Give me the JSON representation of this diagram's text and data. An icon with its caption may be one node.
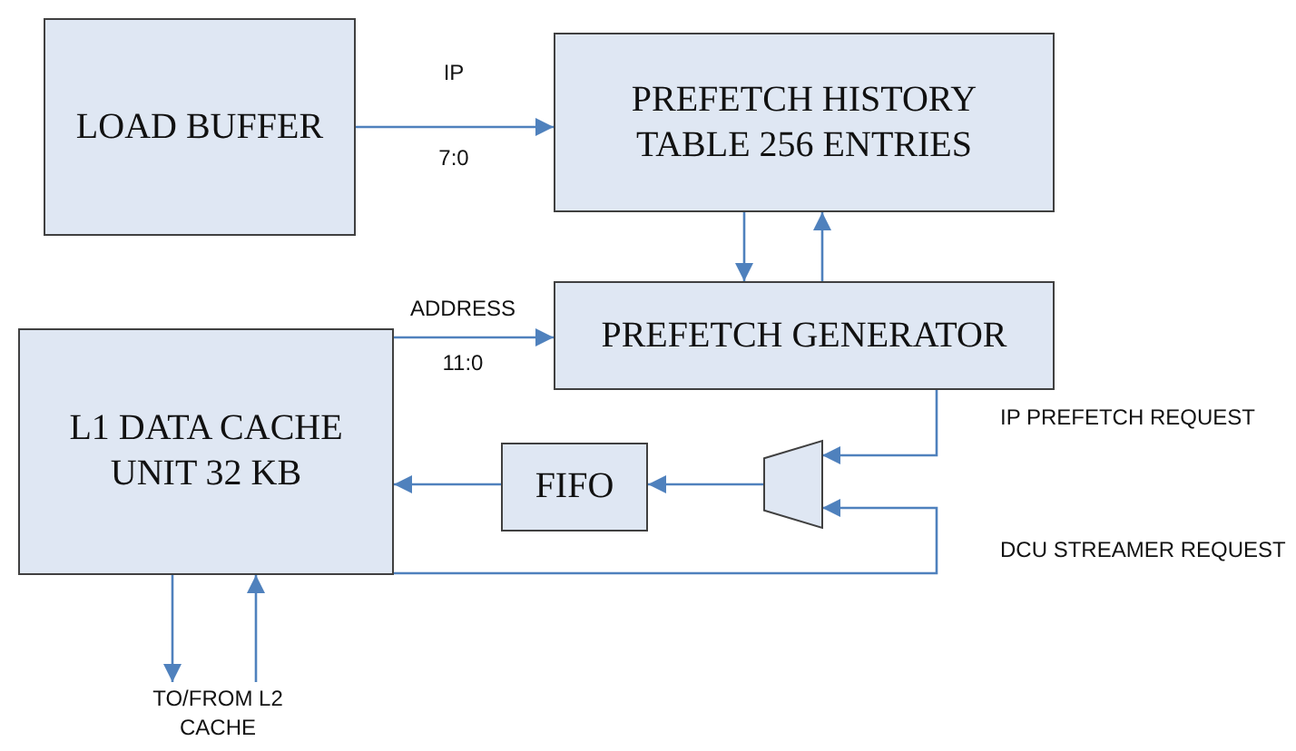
{
  "diagram": {
    "nodes": [
      {
        "text": [
          "LOAD BUFFER"
        ]
      },
      {
        "text": [
          "PREFETCH HISTORY TABLE 256 ENTRIES"
        ]
      },
      {
        "text": [
          "PREFETCH GENERATOR"
        ]
      },
      {
        "text": [
          "L1 DATA CACHE UNIT 32 KB"
        ]
      },
      {
        "text": [
          "FIFO"
        ]
      },
      {
        "text": [],
        "shape": "trapezoid"
      },
      {
        "text": [
          "TO/FROM L2 CACHE"
        ]
      }
    ],
    "edges": [
      {
        "from": 0,
        "to": 1,
        "arrow": "to",
        "label": "IP"
      },
      {
        "from": 1,
        "to": 2,
        "arrow": "to"
      },
      {
        "from": 2,
        "to": 1,
        "arrow": "to"
      },
      {
        "from": 3,
        "to": 2,
        "arrow": "to",
        "label": "ADDRESS"
      },
      {
        "from": 2,
        "to": 5,
        "arrow": "to",
        "label": "IP PREFETCH REQUEST"
      },
      {
        "from": 5,
        "to": 4,
        "arrow": "to"
      },
      {
        "from": 4,
        "to": 3,
        "arrow": "to"
      },
      {
        "from": 3,
        "to": 5,
        "arrow": "to",
        "label": "DCU STREAMER REQUEST"
      },
      {
        "from": 3,
        "to": 6,
        "arrow": "to"
      },
      {
        "from": 6,
        "to": 3,
        "arrow": "to"
      }
    ],
    "labels": [
      "7:0",
      "11:0"
    ]
  }
}
